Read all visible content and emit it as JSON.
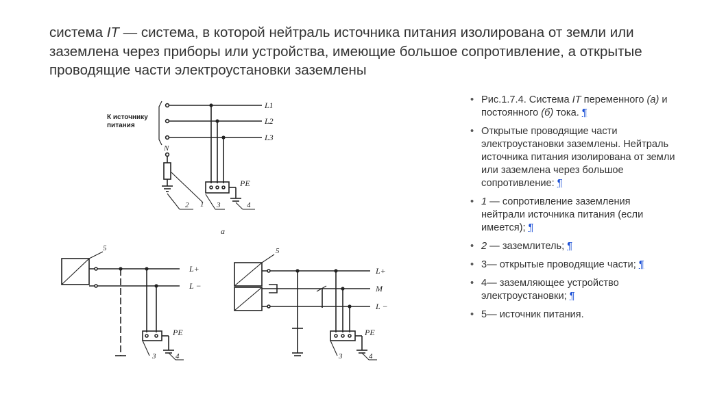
{
  "title": {
    "term": "IT",
    "line_prefix": "система ",
    "line_rest": " — система, в которой нейтраль источника питания изолирована от земли или заземлена через приборы или устройства, имеющие большое сопротивление, а открытые проводящие части электроустановки заземлены"
  },
  "bullets": [
    {
      "lead": "Рис.1.7.4. Система ",
      "italic": "IT",
      "rest": " переменного ",
      "a": "(а)",
      "mid": " и постоянного ",
      "b": "(б)",
      "tail": " тока. ",
      "mark": "¶"
    },
    {
      "text": "Открытые проводящие части электроустановки заземлены. Нейтраль источника питания изолирована от земли или заземлена через большое сопротивление: ",
      "mark": "¶"
    },
    {
      "num": "1",
      "text": " — сопротивление заземления нейтрали источника питания (если имеется); ",
      "mark": "¶"
    },
    {
      "num": "2",
      "text": " — заземлитель; ",
      "mark": "¶"
    },
    {
      "text": "3— открытые проводящие части; ",
      "mark": "¶"
    },
    {
      "text": "4— заземляющее устройство электроустановки; ",
      "mark": "¶"
    },
    {
      "text": "5— источник питания."
    }
  ],
  "diagram_labels": {
    "source": [
      "К источнику",
      "питания"
    ],
    "L1": "L1",
    "L2": "L2",
    "L3": "L3",
    "N": "N",
    "PE": "PE",
    "Lplus": "L+",
    "Lminus": "L −",
    "M": "M",
    "fig_a": "а",
    "n1": "1",
    "n2": "2",
    "n3": "3",
    "n4": "4",
    "n5": "5"
  }
}
